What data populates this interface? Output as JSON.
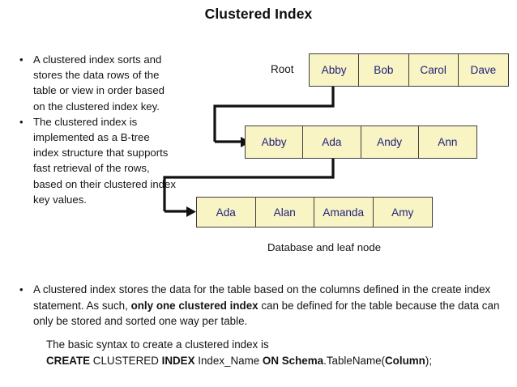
{
  "title": "Clustered Index",
  "left_bullets": [
    "A clustered index sorts and stores the data rows of the table or view in order based on the clustered index key.",
    "The clustered index is implemented as a B-tree index structure that supports fast retrieval of the rows, based on their clustered index key values."
  ],
  "bullet_marker": "•",
  "diagram": {
    "root_label": "Root",
    "leaf_caption": "Database and leaf node",
    "node_fill": "#f8f4c4",
    "node_border": "#3f3f3f",
    "node_text_color": "#1f1f7a",
    "connector_color": "#111111",
    "rows": [
      {
        "name": "root-row",
        "cells": [
          "Abby",
          "Bob",
          "Carol",
          "Dave"
        ]
      },
      {
        "name": "mid-row",
        "cells": [
          "Abby",
          "Ada",
          "Andy",
          "Ann"
        ]
      },
      {
        "name": "leaf-row",
        "cells": [
          "Ada",
          "Alan",
          "Amanda",
          "Amy"
        ]
      }
    ]
  },
  "bottom_bullet": {
    "part1": "A clustered index stores the data for the table based on the columns defined in the create index statement.  As such, ",
    "emphasis": "only one clustered index",
    "part2": " can be defined for the table because the data can only be stored and sorted one way per table."
  },
  "syntax": {
    "intro": "The basic syntax to create a clustered index is",
    "kw_create": "CREATE",
    "word_clustered": " CLUSTERED ",
    "kw_index": "INDEX",
    "index_name": " Index_Name ",
    "kw_on_schema": "ON Schema",
    "dot_table": ".TableName(",
    "kw_column": "Column",
    "tail": ");"
  }
}
